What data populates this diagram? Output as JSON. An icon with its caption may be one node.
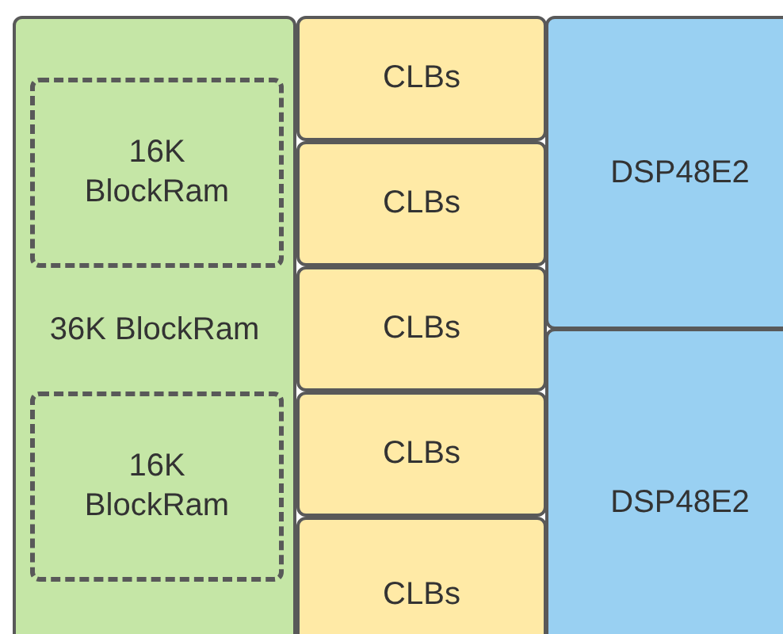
{
  "diagram": {
    "nodes": [
      {
        "text": [
          "36K BlockRam"
        ]
      },
      {
        "text": [
          "16K BlockRam"
        ],
        "in": 0
      },
      {
        "text": [
          "16K BlockRam"
        ],
        "in": 0
      },
      {
        "text": [
          "CLBs"
        ]
      },
      {
        "text": [
          "CLBs"
        ]
      },
      {
        "text": [
          "CLBs"
        ]
      },
      {
        "text": [
          "CLBs"
        ]
      },
      {
        "text": [
          "CLBs"
        ]
      },
      {
        "text": [
          "DSP48E2"
        ]
      },
      {
        "text": [
          "DSP48E2"
        ]
      }
    ]
  }
}
